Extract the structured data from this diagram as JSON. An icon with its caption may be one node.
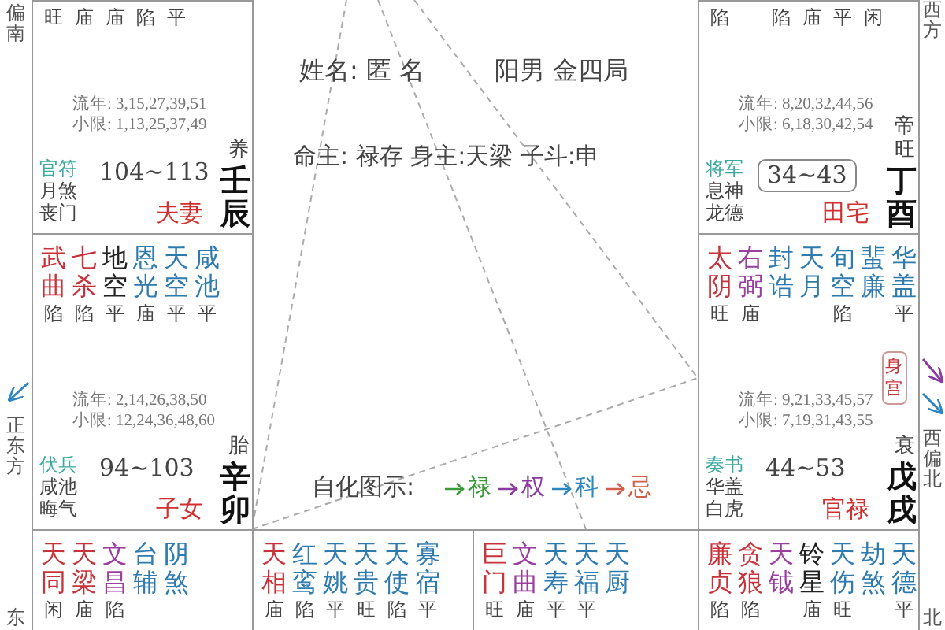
{
  "diagram": {
    "nodes": [
      {
        "text": [
          "旺",
          "庙",
          "庙",
          "陷",
          "平",
          "流年: 3,15,27,39,51",
          "小限: 1,13,25,37,49",
          "官符",
          "月煞",
          "丧门",
          "104~113",
          "养",
          "夫妻",
          "壬辰"
        ]
      },
      {
        "text": [
          "陷",
          "陷",
          "庙",
          "平",
          "闲",
          "流年: 8,20,32,44,56",
          "小限: 6,18,30,42,54",
          "将军",
          "息神",
          "龙德",
          "34~43",
          "帝旺",
          "田宅",
          "丁酉"
        ]
      },
      {
        "text": [
          "武曲",
          "七杀",
          "地空",
          "恩光",
          "天空",
          "咸池",
          "陷",
          "陷",
          "平",
          "庙",
          "平",
          "平",
          "流年: 2,14,26,38,50",
          "小限: 12,24,36,48,60",
          "伏兵",
          "咸池",
          "晦气",
          "94~103",
          "胎",
          "子女",
          "辛卯"
        ]
      },
      {
        "text": [
          "太阴",
          "右弼",
          "封诰",
          "天月",
          "旬空",
          "蜚廉",
          "华盖",
          "旺",
          "庙",
          "陷",
          "平",
          "身宫",
          "流年: 9,21,33,45,57",
          "小限: 7,19,31,43,55",
          "奏书",
          "华盖",
          "白虎",
          "44~53",
          "衰",
          "官禄",
          "戊戌"
        ]
      },
      {
        "text": [
          "天同",
          "天梁",
          "文昌",
          "台辅",
          "阴煞",
          "闲",
          "庙",
          "陷"
        ]
      },
      {
        "text": [
          "天相",
          "红鸾",
          "天姚",
          "天贵",
          "天使",
          "寡宿",
          "庙",
          "陷",
          "平",
          "旺",
          "陷",
          "平"
        ]
      },
      {
        "text": [
          "巨门",
          "文曲",
          "天寿",
          "天福",
          "天厨",
          "旺",
          "庙",
          "平",
          "平"
        ]
      },
      {
        "text": [
          "廉贞",
          "贪狼",
          "天钺",
          "铃星",
          "天伤",
          "劫煞",
          "天德",
          "陷",
          "陷",
          "庙",
          "旺",
          "平"
        ]
      }
    ],
    "labels": [
      "姓名: 匿 名",
      "阳男 金四局",
      "命主: 禄存 身主:天梁 子斗:申",
      "自化图示:",
      "偏南",
      "正东方",
      "东",
      "西方",
      "西偏北",
      "北"
    ],
    "legend": [
      {
        "text": "禄",
        "color": "#3a9a3a"
      },
      {
        "text": "权",
        "color": "#8a3aa0"
      },
      {
        "text": "科",
        "color": "#2e86c0"
      },
      {
        "text": "忌",
        "color": "#d0604a"
      }
    ]
  }
}
